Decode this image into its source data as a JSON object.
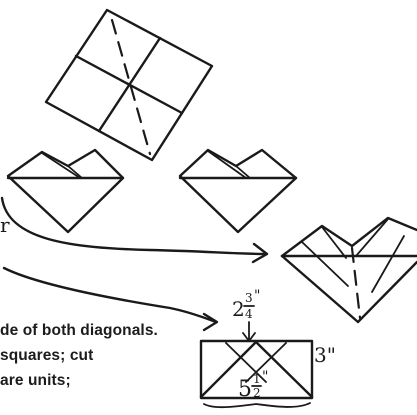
{
  "text_lines": [
    "de of both diagonals.",
    "squares; cut",
    "are units;"
  ],
  "annotations": {
    "left_fragment": "r",
    "top_dimension": "2 3/4\"",
    "top_dimension_whole": "2",
    "top_dimension_num": "3",
    "top_dimension_den": "4",
    "top_dimension_mark": "\"",
    "right_dimension": "3\"",
    "bottom_dimension": "5 1/2\"",
    "bottom_dimension_whole": "5",
    "bottom_dimension_num": "1",
    "bottom_dimension_den": "2",
    "bottom_dimension_mark": "\""
  }
}
